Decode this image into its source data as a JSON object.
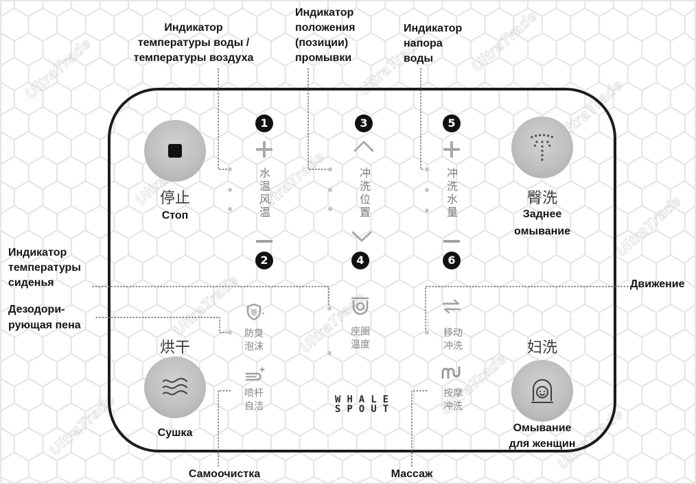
{
  "annotations": {
    "water_air_temp": [
      "Индикатор",
      "температуры воды /",
      "температуры воздуха"
    ],
    "wash_position": [
      "Индикатор",
      "положения",
      "(позиции)",
      "промывки"
    ],
    "water_pressure": [
      "Индикатор",
      "напора",
      "воды"
    ],
    "seat_temp": [
      "Индикатор",
      "температуры",
      "сиденья"
    ],
    "foam": [
      "Дезодори-",
      "рующая пена"
    ],
    "movement": "Движение",
    "self_clean": "Самоочистка",
    "massage": "Массаж"
  },
  "panel": {
    "stop": {
      "cn": "停止",
      "ru": "Стоп",
      "icon": "stop-square-icon"
    },
    "rear_wash": {
      "cn": "臀洗",
      "ru": [
        "Заднее",
        "омывание"
      ],
      "icon": "spray-dots-icon"
    },
    "dry": {
      "cn": "烘干",
      "ru": "Сушка",
      "icon": "heat-waves-icon"
    },
    "women_wash": {
      "cn": "妇洗",
      "ru": [
        "Омывание",
        "для женщин"
      ],
      "icon": "woman-face-icon"
    },
    "controls": [
      {
        "up_number": "1",
        "down_number": "2",
        "label": "水温风温",
        "up_icon": "plus-icon",
        "down_icon": "minus-icon"
      },
      {
        "up_number": "3",
        "down_number": "4",
        "label": "冲洗位置",
        "up_icon": "chevron-up-icon",
        "down_icon": "chevron-down-icon"
      },
      {
        "up_number": "5",
        "down_number": "6",
        "label": "冲洗水量",
        "up_icon": "plus-icon",
        "down_icon": "minus-icon"
      }
    ],
    "functions": {
      "foam": {
        "label": [
          "防臭",
          "泡沫"
        ],
        "icon": "shield-icon"
      },
      "seat_temp": {
        "label": [
          "座圈",
          "温度"
        ],
        "icon": "seat-ring-icon"
      },
      "move": {
        "label": [
          "移动",
          "冲洗"
        ],
        "icon": "swap-arrows-icon"
      },
      "nozzle_clean": {
        "label": [
          "喷杆",
          "自洁"
        ],
        "icon": "nozzle-sparkle-icon"
      },
      "massage": {
        "label": [
          "按摩",
          "冲洗"
        ],
        "icon": "massage-wave-icon"
      }
    },
    "logo": [
      "WHALE",
      "SPOUT"
    ]
  },
  "watermark": "UltraTrade",
  "colors": {
    "panel_border": "#1c1c1c",
    "button_fill": "#bfbfbf",
    "badge": "#111111",
    "icon_gray": "#a0a0a0",
    "leader_line": "#666666",
    "honeycomb": "#e6e6e6"
  }
}
